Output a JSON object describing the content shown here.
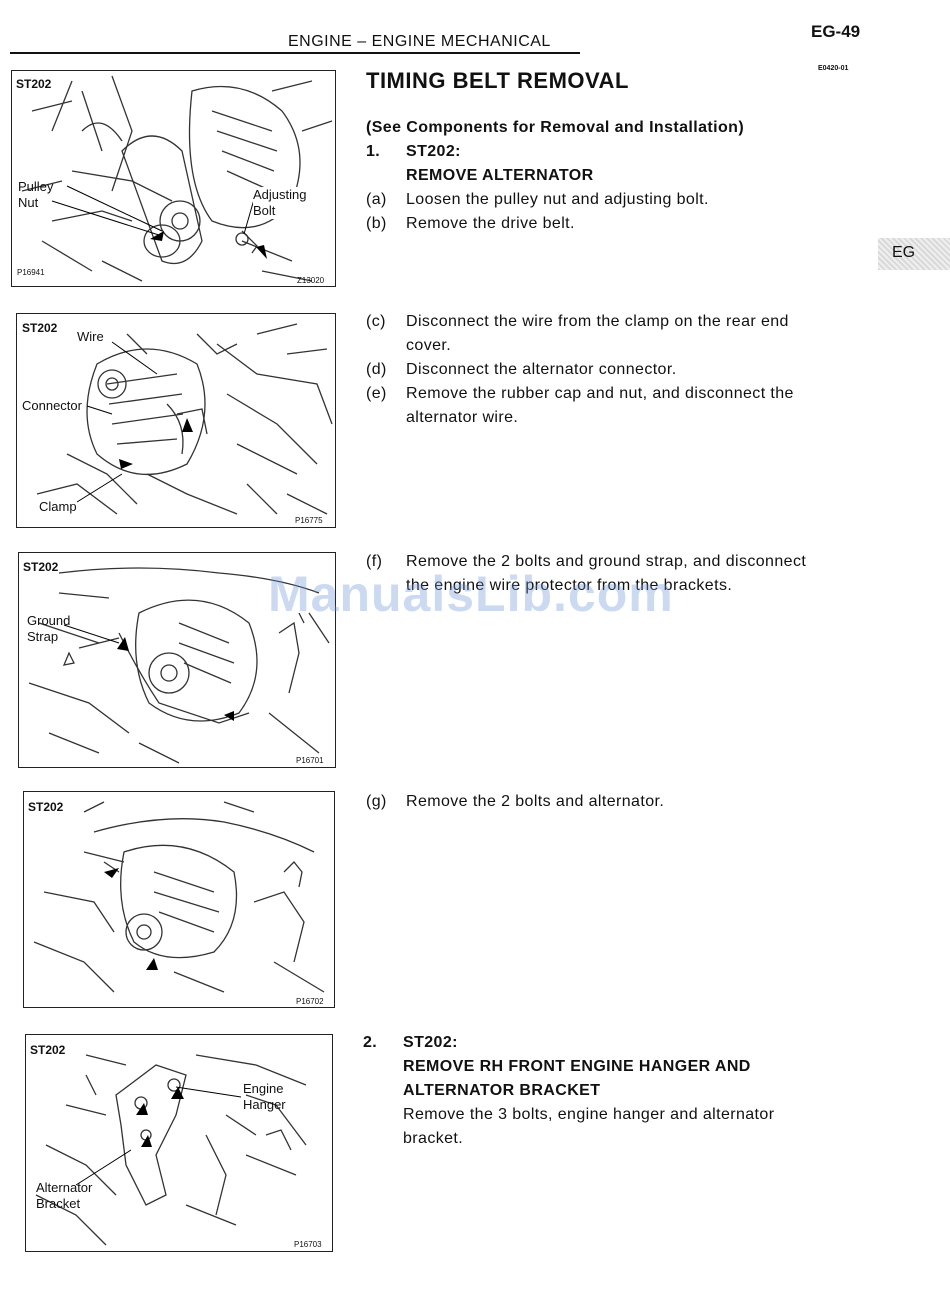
{
  "header": {
    "title": "ENGINE – ENGINE MECHANICAL",
    "page_number": "EG-49",
    "doc_code": "E0420-01",
    "side_tab": "EG"
  },
  "section_title": "TIMING BELT REMOVAL",
  "intro": "(See Components for Removal and Installation)",
  "steps": {
    "s1": {
      "num": "1.",
      "model": "ST202:",
      "action": "REMOVE ALTERNATOR"
    },
    "a": {
      "tag": "(a)",
      "text": "Loosen the pulley nut and adjusting bolt."
    },
    "b": {
      "tag": "(b)",
      "text": "Remove the drive belt."
    },
    "c": {
      "tag": "(c)",
      "line1": "Disconnect the wire from the clamp on the rear end",
      "line2": "cover."
    },
    "d": {
      "tag": "(d)",
      "text": "Disconnect the alternator connector."
    },
    "e": {
      "tag": "(e)",
      "line1": "Remove the rubber cap and nut, and disconnect the",
      "line2": "alternator wire."
    },
    "f": {
      "tag": "(f)",
      "line1": "Remove the 2 bolts and ground strap, and disconnect",
      "line2": "the engine wire protector from the brackets."
    },
    "g": {
      "tag": "(g)",
      "text": "Remove the 2 bolts and alternator."
    },
    "s2": {
      "num": "2.",
      "model": "ST202:",
      "action1": "REMOVE RH FRONT ENGINE HANGER AND",
      "action2": "ALTERNATOR BRACKET",
      "line1": "Remove the 3 bolts, engine hanger and alternator",
      "line2": "bracket."
    }
  },
  "figures": {
    "fig1": {
      "model": "ST202",
      "labels": [
        "Pulley",
        "Nut",
        "Adjusting",
        "Bolt"
      ],
      "code_left": "P16941",
      "code_right": "Z13020"
    },
    "fig2": {
      "model": "ST202",
      "labels": [
        "Wire",
        "Connector",
        "Clamp"
      ],
      "code": "P16775"
    },
    "fig3": {
      "model": "ST202",
      "labels": [
        "Ground",
        "Strap"
      ],
      "code": "P16701"
    },
    "fig4": {
      "model": "ST202",
      "code": "P16702"
    },
    "fig5": {
      "model": "ST202",
      "labels": [
        "Engine",
        "Hanger",
        "Alternator",
        "Bracket"
      ],
      "code": "P16703"
    }
  },
  "watermark": "ManualsLib.com"
}
